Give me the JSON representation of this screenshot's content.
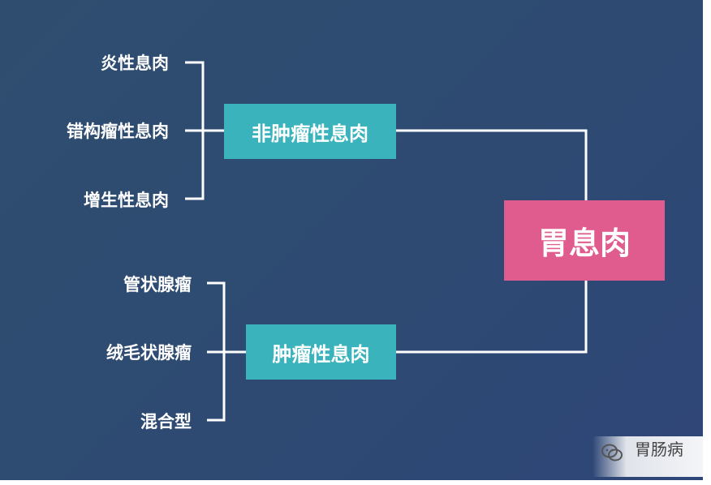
{
  "diagram": {
    "root": "胃息肉",
    "groups": [
      {
        "label": "非肿瘤性息肉",
        "children": [
          "炎性息肉",
          "错构瘤性息肉",
          "增生性息肉"
        ]
      },
      {
        "label": "肿瘤性息肉",
        "children": [
          "管状腺瘤",
          "绒毛状腺瘤",
          "混合型"
        ]
      }
    ]
  },
  "watermark": {
    "text": "胃肠病",
    "icon": "wechat-icon"
  },
  "colors": {
    "background": "#2f4a72",
    "group_box": "#3bb3bd",
    "root_box": "#e05c8f",
    "lines": "#ffffff"
  }
}
